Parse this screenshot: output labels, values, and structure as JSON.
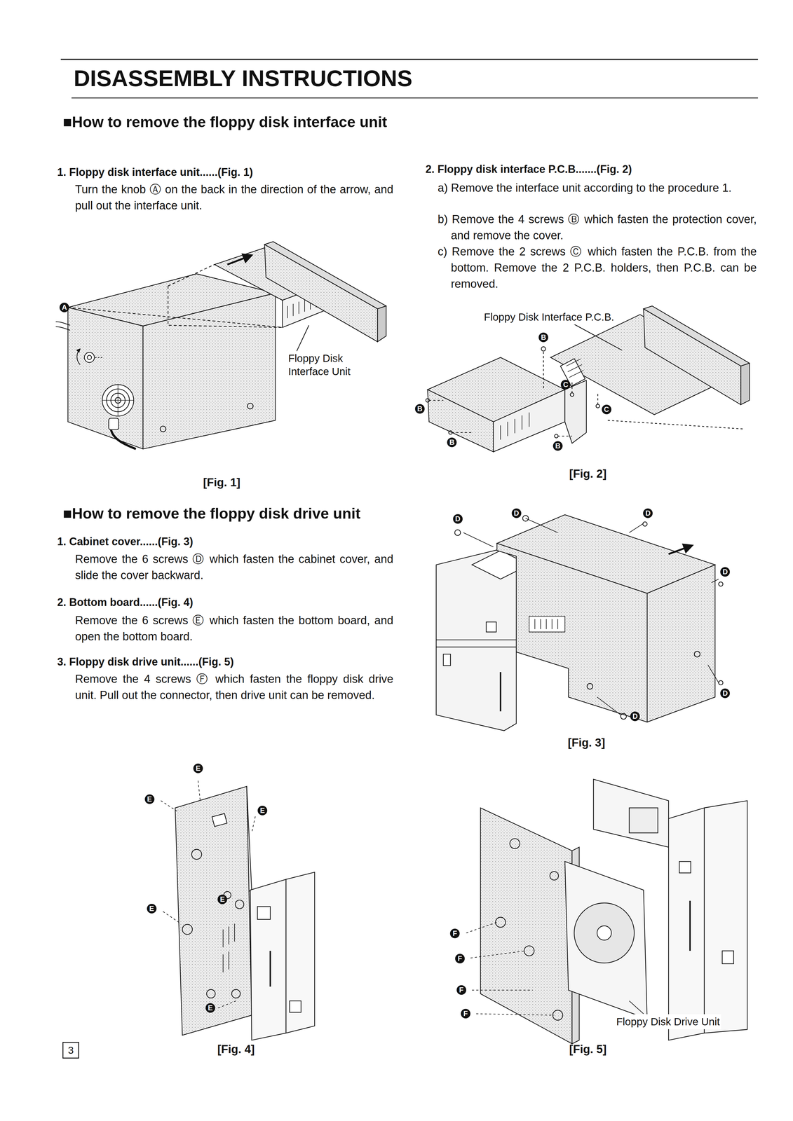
{
  "diagram": {
    "title": "DISASSEMBLY INSTRUCTIONS",
    "labels": [
      "■How to remove the floppy disk interface unit",
      "1. Floppy disk interface unit......(Fig. 1)",
      "Turn the knob Ⓐ on the back in the direction of the arrow, and pull out the interface unit.",
      "2. Floppy disk interface P.C.B.......(Fig. 2)",
      "a) Remove the interface unit according to the procedure 1.",
      "b) Remove the 4 screws Ⓑ which fasten the protection cover, and remove the cover.",
      "c) Remove the 2 screws Ⓒ which fasten the P.C.B. from the bottom. Remove the 2 P.C.B. holders, then P.C.B. can be removed.",
      "A",
      "Floppy Disk Interface Unit",
      "[Fig. 1]",
      "Floppy Disk Interface P.C.B.",
      "B",
      "C",
      "C",
      "B",
      "B",
      "B",
      "[Fig. 2]",
      "■How to remove the floppy disk drive unit",
      "1. Cabinet cover......(Fig. 3)",
      "Remove the 6 screws Ⓓ which fasten the cabinet cover, and slide the cover backward.",
      "2. Bottom board......(Fig. 4)",
      "Remove the 6 screws Ⓔ which fasten the bottom board, and open the bottom board.",
      "3. Floppy disk drive unit......(Fig. 5)",
      "Remove the 4 screws Ⓕ which fasten the floppy disk drive unit. Pull out the connector, then drive unit can be removed.",
      "D",
      "D",
      "D",
      "D",
      "D",
      "D",
      "[Fig. 3]",
      "E",
      "E",
      "E",
      "E",
      "E",
      "E",
      "[Fig. 4]",
      "F",
      "F",
      "F",
      "F",
      "Floppy Disk Drive Unit",
      "[Fig. 5]",
      "3"
    ]
  }
}
